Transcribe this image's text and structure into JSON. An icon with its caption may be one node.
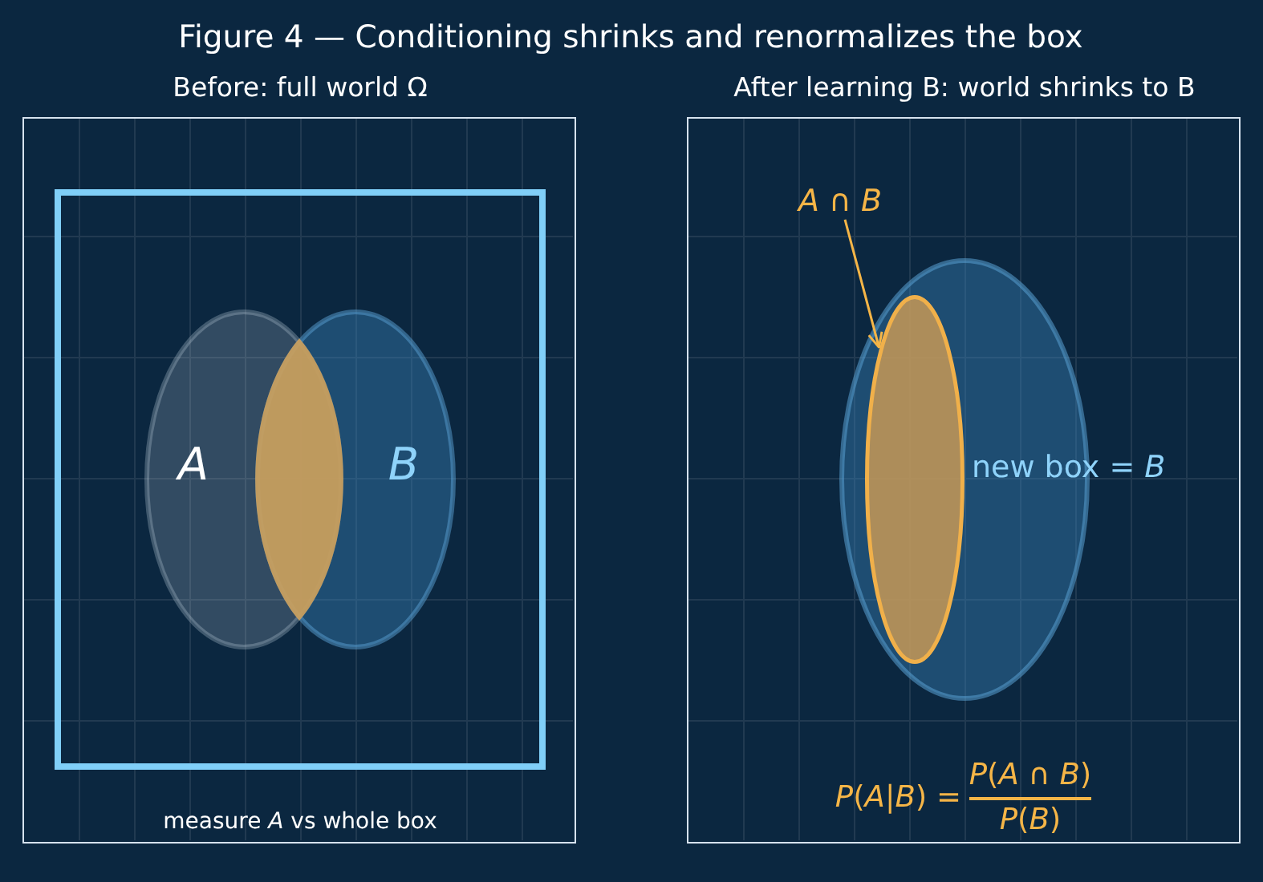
{
  "diagram": {
    "title": "Figure 4 — Conditioning shrinks and renormalizes the box",
    "nodes": [
      {
        "text": [
          "Before: full world Ω"
        ]
      },
      {
        "text": [],
        "shape": "box",
        "in": 0
      },
      {
        "text": [
          "A"
        ],
        "in": 1
      },
      {
        "text": [
          "B"
        ],
        "in": 1
      },
      {
        "text": [],
        "shape": "lens"
      },
      {
        "text": [
          "After learning B: world shrinks to B"
        ]
      },
      {
        "text": [
          "*A* ∩ *B*"
        ],
        "in": 5
      },
      {
        "text": [
          "new box = *B*"
        ],
        "in": 5
      },
      {
        "text": [],
        "shape": "ellipse",
        "in": 7
      }
    ],
    "edges": [
      {
        "from": 6,
        "to": 8,
        "arrow": "to"
      }
    ],
    "labels": [
      "measure *A* vs whole box",
      "*P*(*A*|*B*) =",
      "*P*(*A* ∩ *B*)",
      "*P*(*B*)"
    ]
  }
}
